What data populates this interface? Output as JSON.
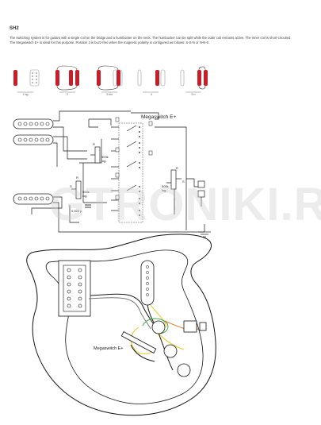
{
  "section_title": "SH2",
  "description_line1": "The switching system is for guitars with a single coil on the bridge and a humbucker on the neck. The humbucker can be split while the outer coil remains active. The inner coil is short-circuited.",
  "description_line2": "The Megaswitch E+ is ideal for this purpose. Position 3 is buzz-free when the magnetic polarity is configured as follows: S-S-N or N-N-S.",
  "positions": [
    {
      "num": "1",
      "label": "1 bg"
    },
    {
      "num": "2",
      "label": "2"
    },
    {
      "num": "3",
      "label": "3 b/n"
    },
    {
      "num": "4",
      "label": "4"
    },
    {
      "num": "5",
      "label": "5 n"
    }
  ],
  "schematic": {
    "switch_title": "Megaswitch E+",
    "vol_pot": "500k",
    "vol_pot_taper": "log.",
    "tone_pot": "500k",
    "tone_pot_taper": "log.",
    "vol2_pot": "500k",
    "vol2_pot_taper": "log.",
    "cap": "0.022 µ",
    "wiper_label": "S",
    "r_label": "R"
  },
  "body_switch_label": "Megaswitch E+",
  "watermark": "GTRONIKI.RU",
  "colors": {
    "coil_red": "#c81e2a",
    "wire_black": "#1a1a1a",
    "wire_yellow": "#e8c81e",
    "wire_green": "#3aa84a",
    "wire_orange": "#e07820"
  }
}
